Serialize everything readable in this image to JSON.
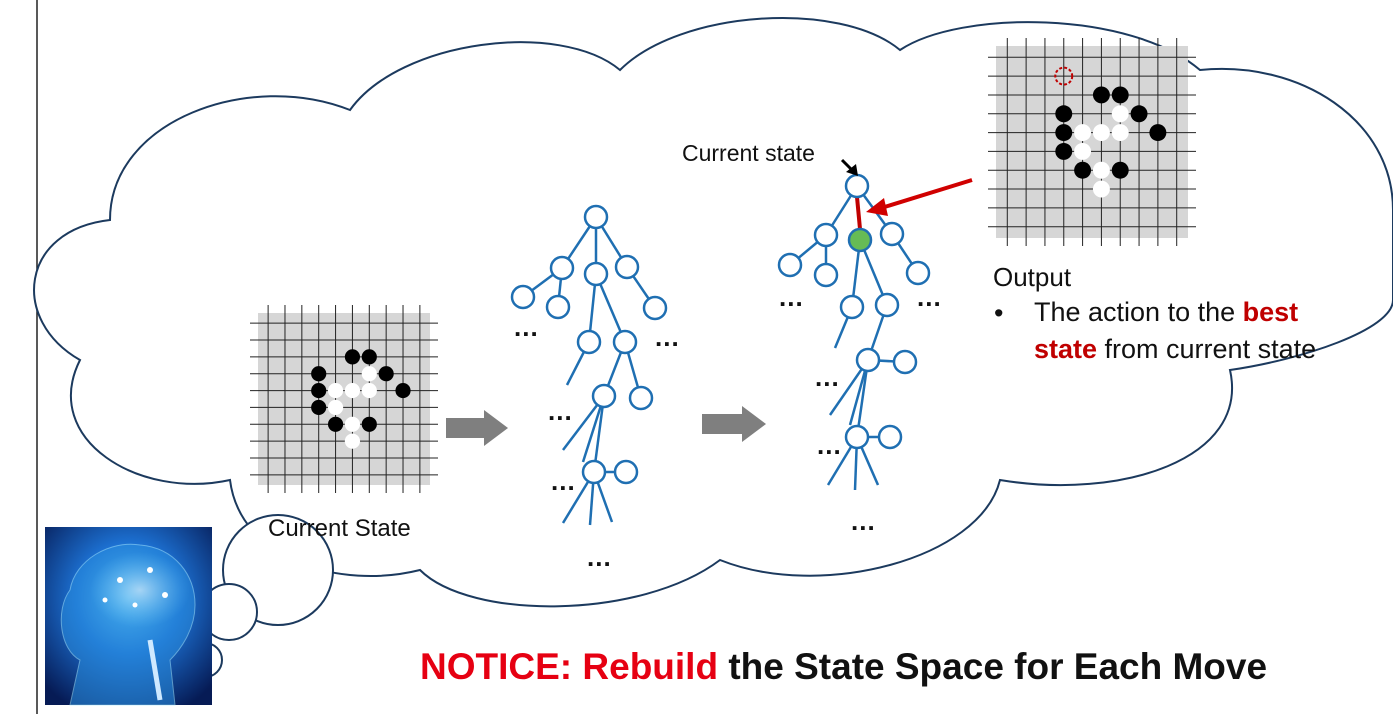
{
  "current_state_label": "Current State",
  "tree_current_state_label": "Current state",
  "output": {
    "title": "Output",
    "bullet": "•",
    "line1_pre": "The action to the ",
    "line1_red": "best",
    "line2_red": "state",
    "line2_post": " from current state"
  },
  "notice": {
    "prefix": "NOTICE: ",
    "red_word": "Rebuild",
    "rest": " the State Space for Each Move"
  },
  "ellipsis": "...",
  "colors": {
    "tree_node": "#1f6fb2",
    "highlight_node": "#66bb55",
    "red_accent": "#c00000",
    "notice_red": "#e60012",
    "board_bg": "#d6d6d6",
    "arrow_gray": "#7f7f7f"
  }
}
